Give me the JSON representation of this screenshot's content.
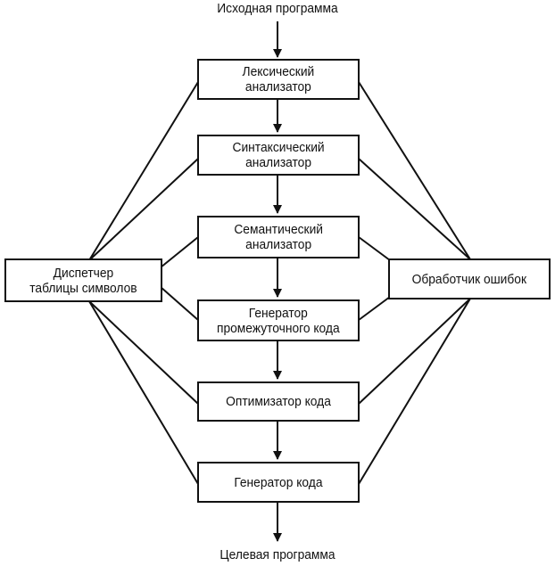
{
  "input_label": "Исходная программа",
  "output_label": "Целевая программа",
  "phases": [
    {
      "label": "Лексический\nанализатор"
    },
    {
      "label": "Синтаксический\nанализатор"
    },
    {
      "label": "Семантический\nанализатор"
    },
    {
      "label": "Генератор\nпромежуточного кода"
    },
    {
      "label": "Оптимизатор кода"
    },
    {
      "label": "Генератор кода"
    }
  ],
  "symbol_table": {
    "label": "Диспетчер\nтаблицы символов"
  },
  "error_handler": {
    "label": "Обработчик ошибок"
  }
}
